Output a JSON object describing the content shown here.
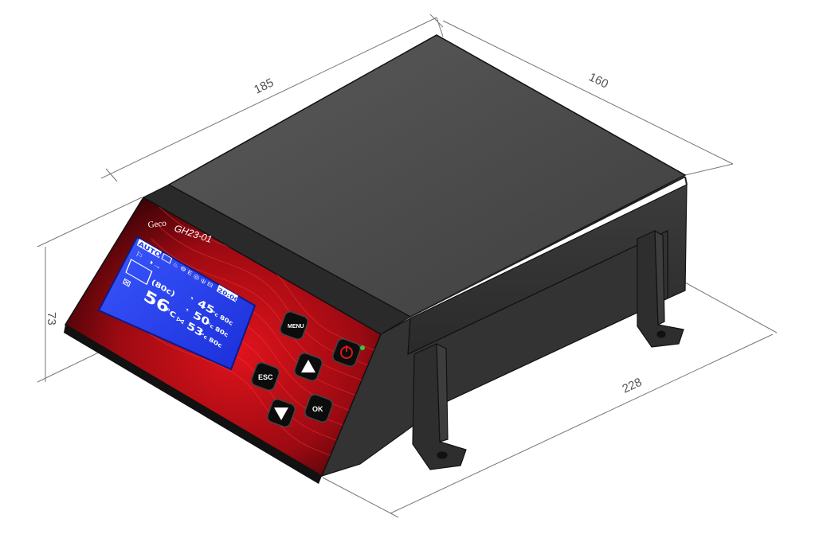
{
  "dimensions": {
    "width": "185",
    "depth": "160",
    "height": "73",
    "length": "228"
  },
  "device": {
    "brand": "Geco",
    "model": "GH23-01",
    "mode": "AUTO",
    "clock": "20:00",
    "boiler_setpoint": "(80c)",
    "boiler_temp": "56",
    "boiler_unit": "°C",
    "pump1_temp": "45",
    "pump1_setpoint": "80c",
    "pump2_temp": "50",
    "pump2_setpoint": "80c",
    "mixer_temp": "53",
    "mixer_setpoint": "80c",
    "unit_small": "°c"
  },
  "buttons": {
    "menu": "MENU",
    "esc": "ESC",
    "ok": "OK"
  },
  "colors": {
    "body": "#3a3a3a",
    "panel_red": "#c0111a",
    "lcd_blue": "#1f3df0",
    "power_led": "#2ecc40"
  }
}
